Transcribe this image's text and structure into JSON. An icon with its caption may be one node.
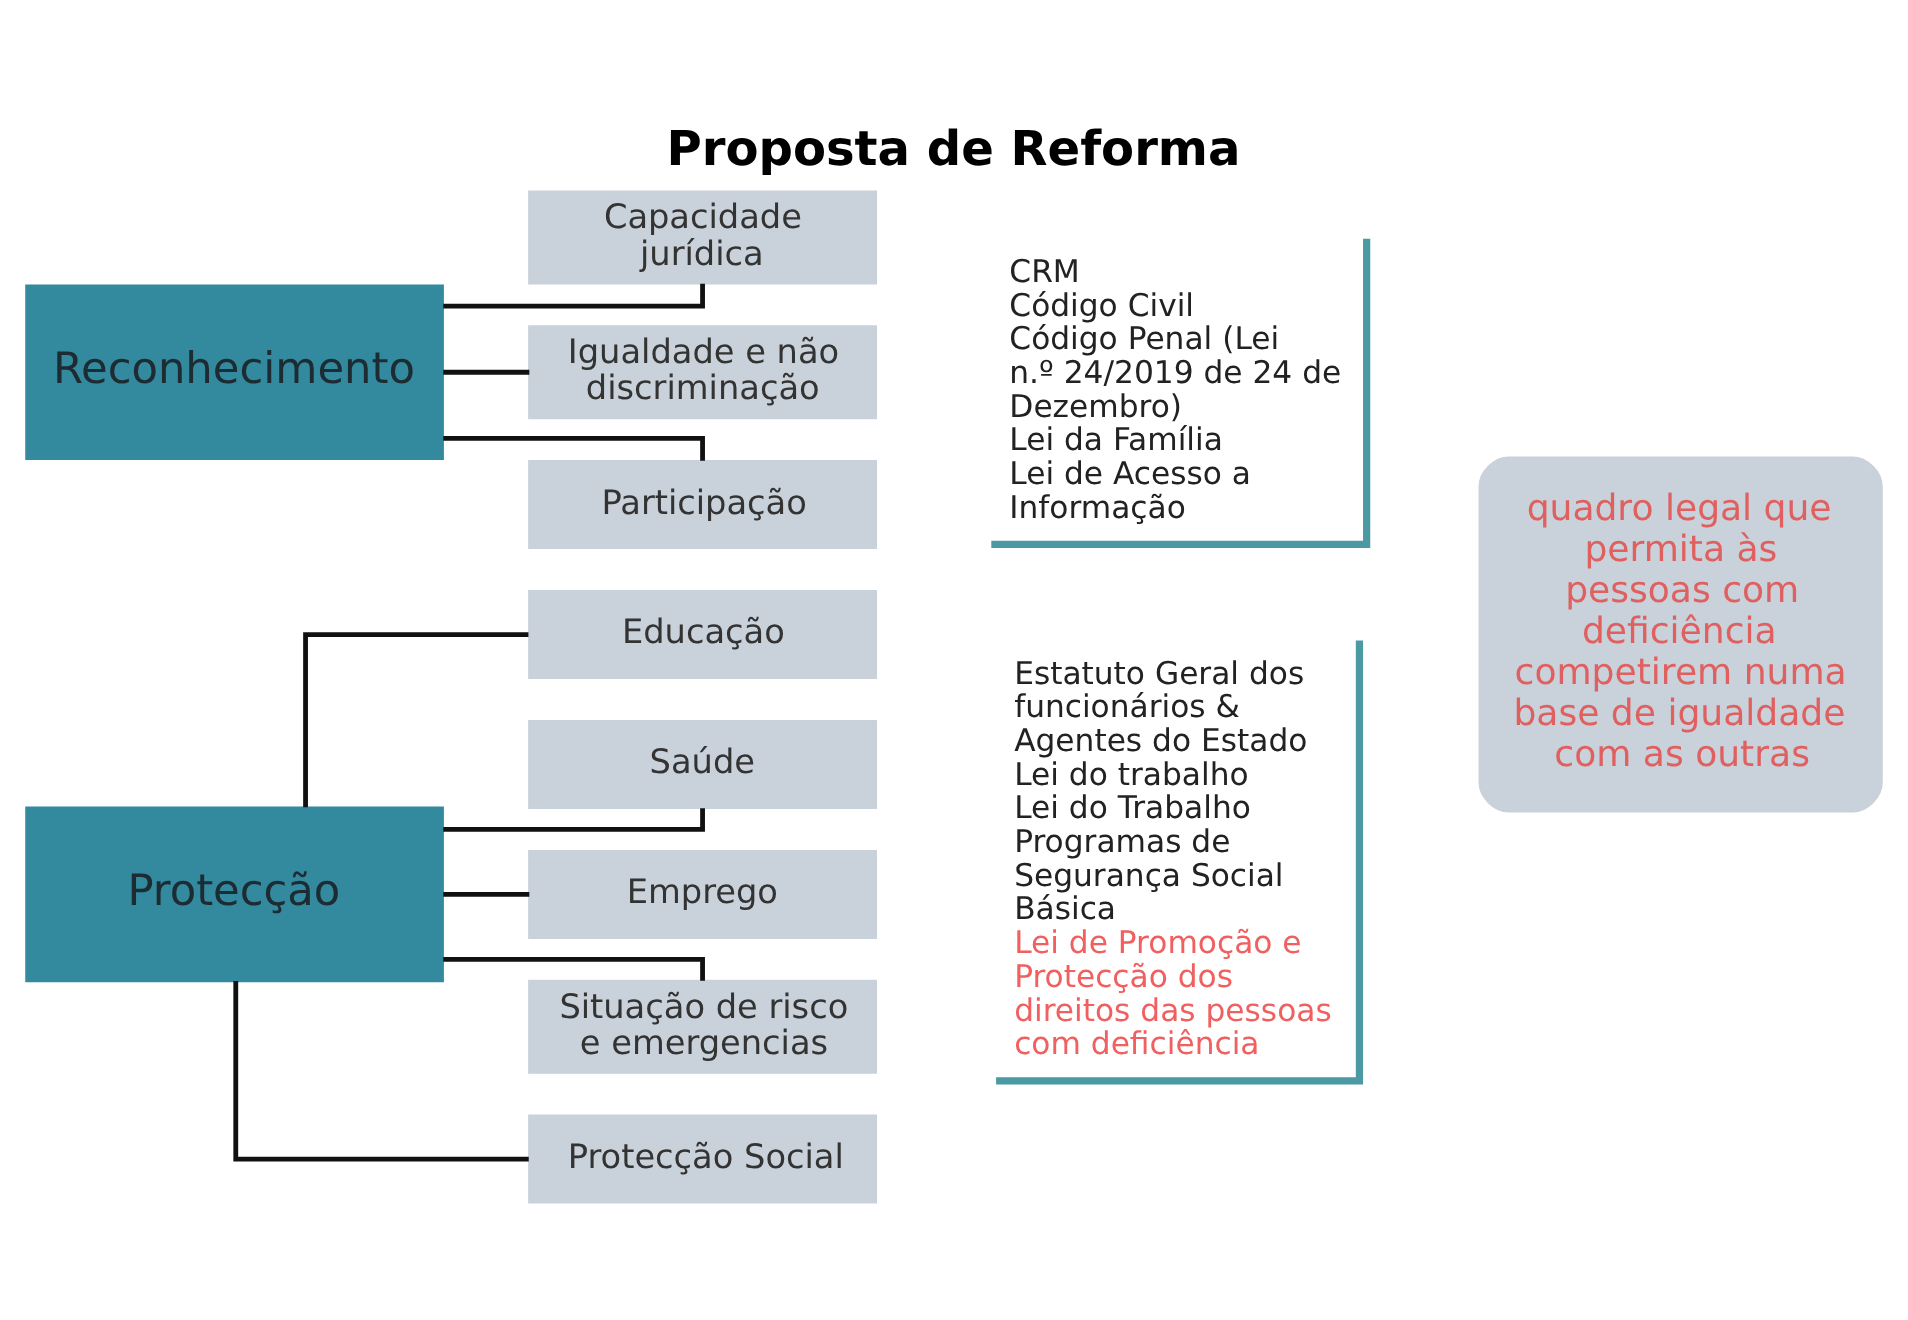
{
  "diagram": {
    "title": "Proposta de Reforma",
    "nodes": [
      {
        "text": [
          "Reconhecimento"
        ]
      },
      {
        "text": [
          "Capacidade jurídica"
        ]
      },
      {
        "text": [
          "Igualdade e não discriminação"
        ]
      },
      {
        "text": [
          "Participação"
        ]
      },
      {
        "text": [
          "CRM",
          "Código Civil",
          "Código Penal (Lei n.º 24/2019 de 24 de Dezembro)",
          "Lei da Família",
          "Lei de Acesso a Informação"
        ]
      },
      {
        "text": [
          "Protecção"
        ]
      },
      {
        "text": [
          "Educação"
        ]
      },
      {
        "text": [
          "Saúde"
        ]
      },
      {
        "text": [
          "Emprego"
        ]
      },
      {
        "text": [
          "Situação de risco e emergencias"
        ]
      },
      {
        "text": [
          "Protecção Social"
        ]
      },
      {
        "text": [
          "Estatuto Geral dos funcionários & Agentes do Estado",
          "Lei do trabalho",
          "Lei do Trabalho",
          "Programas de Segurança Social Básica",
          "Lei de Promoção e Protecção dos direitos das pessoas com deficiência"
        ]
      },
      {
        "text": [
          "quadro legal que permita às pessoas com deficiência competirem numa base de igualdade com as outras"
        ]
      }
    ],
    "edges": [
      {
        "from": 0,
        "to": 1,
        "arrow": "none"
      },
      {
        "from": 0,
        "to": 2,
        "arrow": "none"
      },
      {
        "from": 0,
        "to": 3,
        "arrow": "none"
      },
      {
        "from": 5,
        "to": 6,
        "arrow": "none"
      },
      {
        "from": 5,
        "to": 7,
        "arrow": "none"
      },
      {
        "from": 5,
        "to": 8,
        "arrow": "none"
      },
      {
        "from": 5,
        "to": 9,
        "arrow": "none"
      },
      {
        "from": 5,
        "to": 10,
        "arrow": "none"
      }
    ]
  }
}
